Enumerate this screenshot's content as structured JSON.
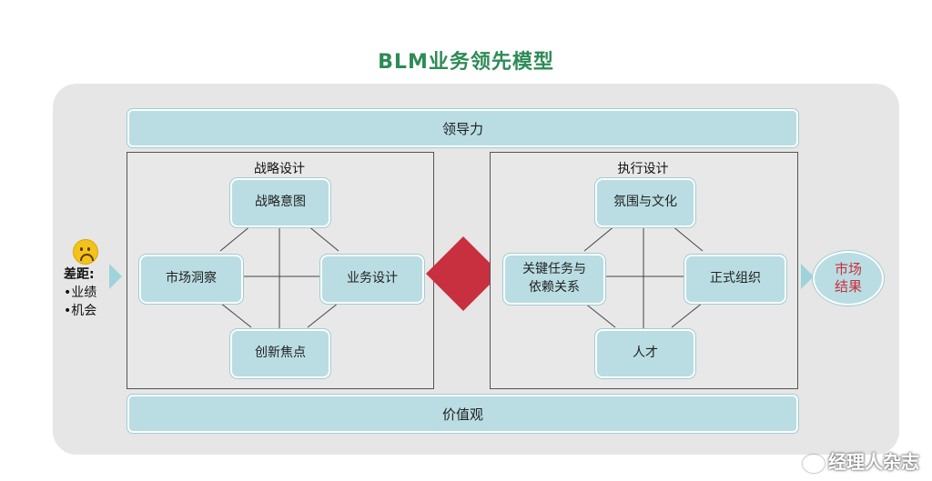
{
  "title": "BLM业务领先模型",
  "top_bar": "领导力",
  "bottom_bar": "价值观",
  "strategy": {
    "heading": "战略设计",
    "top": "战略意图",
    "left": "市场洞察",
    "right": "业务设计",
    "bottom": "创新焦点"
  },
  "execution": {
    "heading": "执行设计",
    "top": "氛围与文化",
    "left_line1": "关键任务与",
    "left_line2": "依赖关系",
    "right": "正式组织",
    "bottom": "人才"
  },
  "gap": {
    "heading": "差距:",
    "item1": "•业绩",
    "item2": "•机会"
  },
  "result": {
    "line1": "市场",
    "line2": "结果"
  },
  "watermark": "经理人杂志",
  "colors": {
    "title": "#2e8b57",
    "box_fill": "#b9dde2",
    "diamond": "#c8303f",
    "result_text": "#c8303f",
    "panel": "#e6e6e6"
  }
}
